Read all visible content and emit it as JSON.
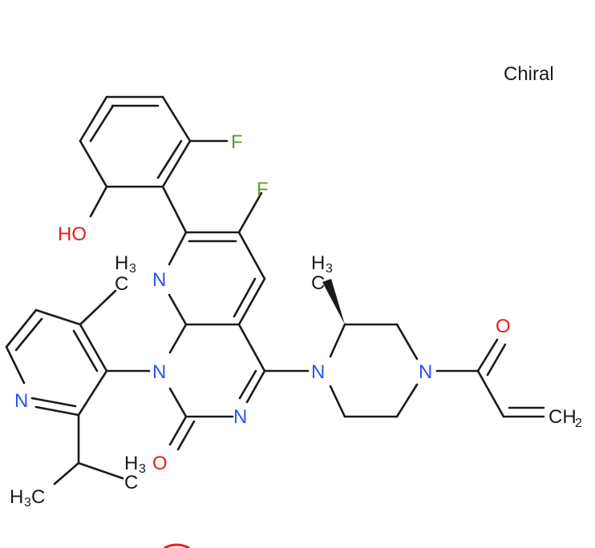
{
  "chirality_label": "Chiral",
  "colors": {
    "bond": "#1a1a1a",
    "carbon_text": "#1a1a1a",
    "nitrogen": "#3050f8",
    "oxygen": "#e02020",
    "fluorine": "#5aa02c"
  },
  "atoms": {
    "F_aryl": "F",
    "F_core": "F",
    "HO": "HO",
    "N_core_top": "N",
    "N_core_mid": "N",
    "N_core_bottom": "N",
    "O_carbonyl_core": "O",
    "N_pyridine": "N",
    "N_pip_left": "N",
    "N_pip_right": "N",
    "O_acryl": "O"
  },
  "groups": {
    "CH3_pyr_top": {
      "main": "H",
      "sub": "3"
    },
    "CH3_chiral": {
      "main": "H",
      "sub": "3"
    },
    "CH3_iso_right": {
      "main": "H",
      "sub": "3"
    },
    "H3C_iso_left": {
      "main": "H",
      "sub": "3",
      "tail": "C"
    },
    "CH2_vinyl": {
      "main": "CH",
      "sub": "2"
    }
  }
}
